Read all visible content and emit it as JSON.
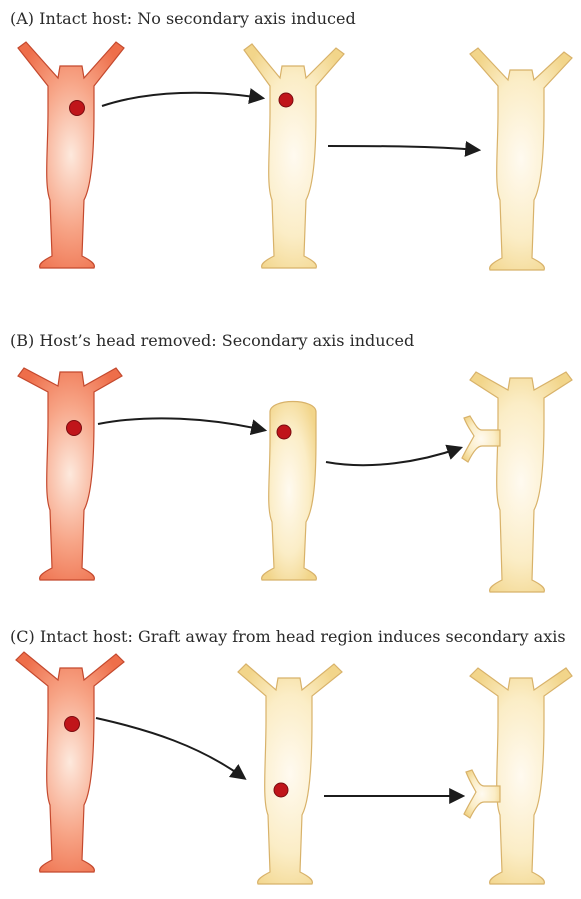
{
  "panels": [
    {
      "id": "A",
      "caption": "(A)  Intact host: No secondary axis induced",
      "donor": "intact-orange",
      "host": "intact-pale-graft-upper",
      "result": "intact-pale-no-secondary"
    },
    {
      "id": "B",
      "caption": "(B)  Host’s head removed: Secondary axis induced",
      "donor": "intact-orange",
      "host": "headless-pale-graft-upper",
      "result": "pale-with-secondary-axis"
    },
    {
      "id": "C",
      "caption": "(C)  Intact host: Graft away from head region induces secondary axis",
      "donor": "intact-orange",
      "host": "intact-pale-graft-lower",
      "result": "pale-with-secondary-axis"
    }
  ],
  "colors": {
    "donor_fill": "#f07a55",
    "donor_center": "#fde9dd",
    "donor_edge": "#c4492e",
    "host_fill": "#f6df9a",
    "host_center": "#fffaf0",
    "host_edge": "#d8b26a",
    "graft": "#c0151a",
    "arrow": "#1c1c1c"
  }
}
